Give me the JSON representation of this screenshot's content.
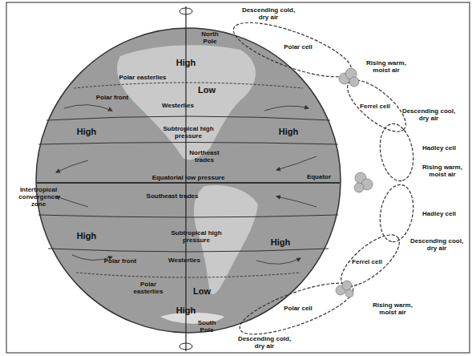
{
  "diagram": {
    "labels": [
      "North Pole",
      "High",
      "Polar easterlies",
      "Low",
      "Polar front",
      "Westerlies",
      "High",
      "Subtropical high pressure",
      "High",
      "Northeast trades",
      "Intertropical convergence zone",
      "Equatorial low pressure",
      "Equator",
      "Southeast trades",
      "High",
      "Subtropical high pressure",
      "High",
      "Polar front",
      "Westerlies",
      "Polar easterlies",
      "Low",
      "High",
      "South Pole",
      "Descending cold, dry air",
      "Polar cell",
      "Rising warm, moist air",
      "Ferrel cell",
      "Descending cool, dry air",
      "Hadley cell",
      "Rising warm, moist air",
      "Hadley cell",
      "Descending cool, dry air",
      "Ferrel cell",
      "Rising warm, moist air",
      "Polar cell",
      "Descending cold, dry air"
    ]
  }
}
